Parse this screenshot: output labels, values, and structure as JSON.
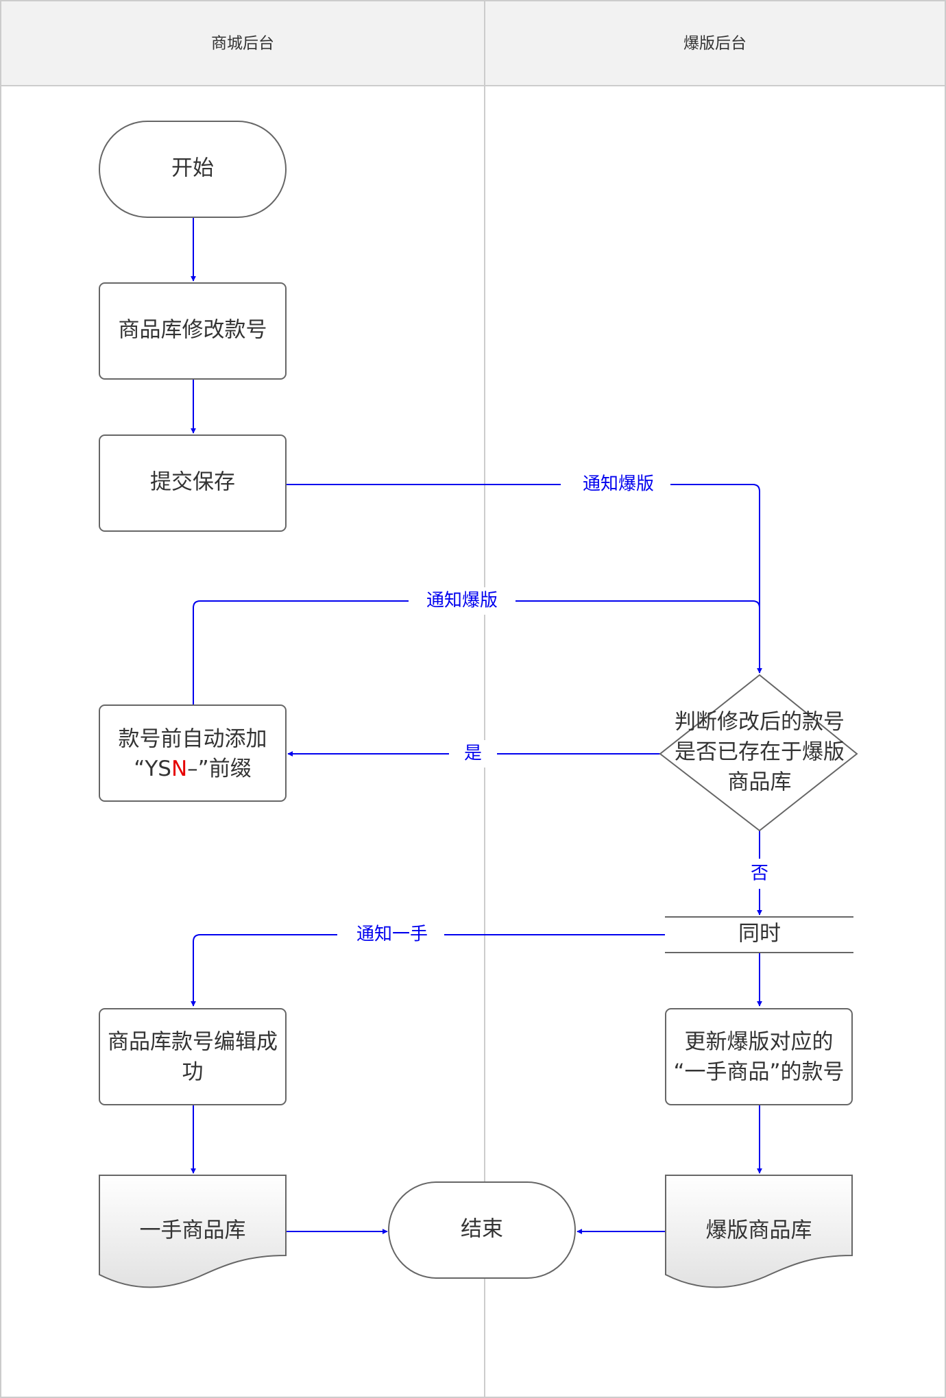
{
  "lanes": [
    {
      "title": "商城后台"
    },
    {
      "title": "爆版后台"
    }
  ],
  "nodes": {
    "start": "开始",
    "modify": "商品库修改款号",
    "submit": "提交保存",
    "add_prefix": {
      "line1": "款号前自动添加",
      "q_open": "“YS",
      "highlight": "N",
      "q_close": "–”前缀"
    },
    "decision": {
      "line1": "判断修改后的款号",
      "line2": "是否已存在于爆版",
      "line3": "商品库"
    },
    "parallel": "同时",
    "edit_success": {
      "line1": "商品库款号编辑成",
      "line2": "功"
    },
    "update": {
      "line1": "更新爆版对应的",
      "line2": "“一手商品”的款号"
    },
    "store_first": "一手商品库",
    "end": "结束",
    "store_bao": "爆版商品库"
  },
  "edges": {
    "notify_bao_1": "通知爆版",
    "notify_bao_2": "通知爆版",
    "yes": "是",
    "no": "否",
    "notify_first": "通知一手"
  },
  "colors": {
    "flow_line": "#0000ee",
    "highlight": "#e60000",
    "node_border": "#666666",
    "header_bg": "#f2f2f2",
    "lane_divider": "#cccccc"
  }
}
